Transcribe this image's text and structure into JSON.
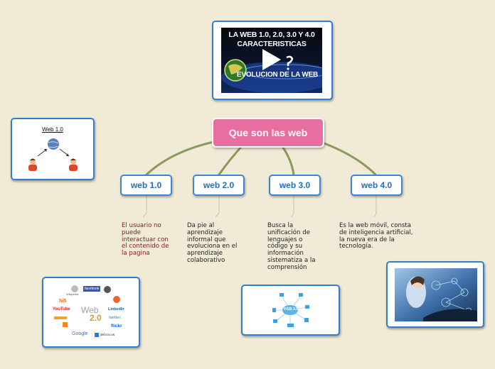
{
  "root": {
    "label": "Que son las web"
  },
  "branches": [
    {
      "label": "web 1.0",
      "description": "El usuario no\npuede\ninteractuar con\nel contenido de\nla pagina",
      "desc_color": "#7a1f1f"
    },
    {
      "label": "web 2.0",
      "description": "Da pie al\naprendizaje\ninformal que\nevoluciona en el\naprendizaje\ncolaborativo",
      "desc_color": "#222222"
    },
    {
      "label": "web 3.0",
      "description": "Busca la\nunificación de\nlenguajes o\ncódigo  y su\ninformación\nsistematiza a la\ncomprensión",
      "desc_color": "#222222"
    },
    {
      "label": "web 4.0",
      "description": "Es la web móvil, consta\nde inteligencia artificial,\nla nueva era de la\ntecnología.",
      "desc_color": "#222222"
    }
  ],
  "video_thumbnail": {
    "title_line1": "LA WEB 1.0, 2.0, 3.0 Y 4.0",
    "title_line2": "CARACTERISTICAS",
    "subtitle": "EVOLUCION DE LA WEB",
    "icon": "play-icon"
  },
  "web1_image": {
    "title": "Web 1.0",
    "icons": [
      "globe-icon",
      "person-icon",
      "person-icon"
    ]
  },
  "web2_image": {
    "center_text_web": "Web",
    "center_text_version": "2.0",
    "logos": [
      "Wikipedia",
      "facebook",
      "hi5",
      "YouTube",
      "LinkedIn",
      "twitter",
      "flickr",
      "Google",
      "del.icio.us"
    ]
  },
  "web3_image": {
    "center_text": "WEB 3.0"
  },
  "web4_image": {
    "icon": "car-dashboard-photo"
  },
  "colors": {
    "background": "#f0ead6",
    "root_fill": "#e86e9f",
    "node_border": "#3d86d3",
    "node_text": "#1d6fc2",
    "connector": "#8a9a5b"
  }
}
